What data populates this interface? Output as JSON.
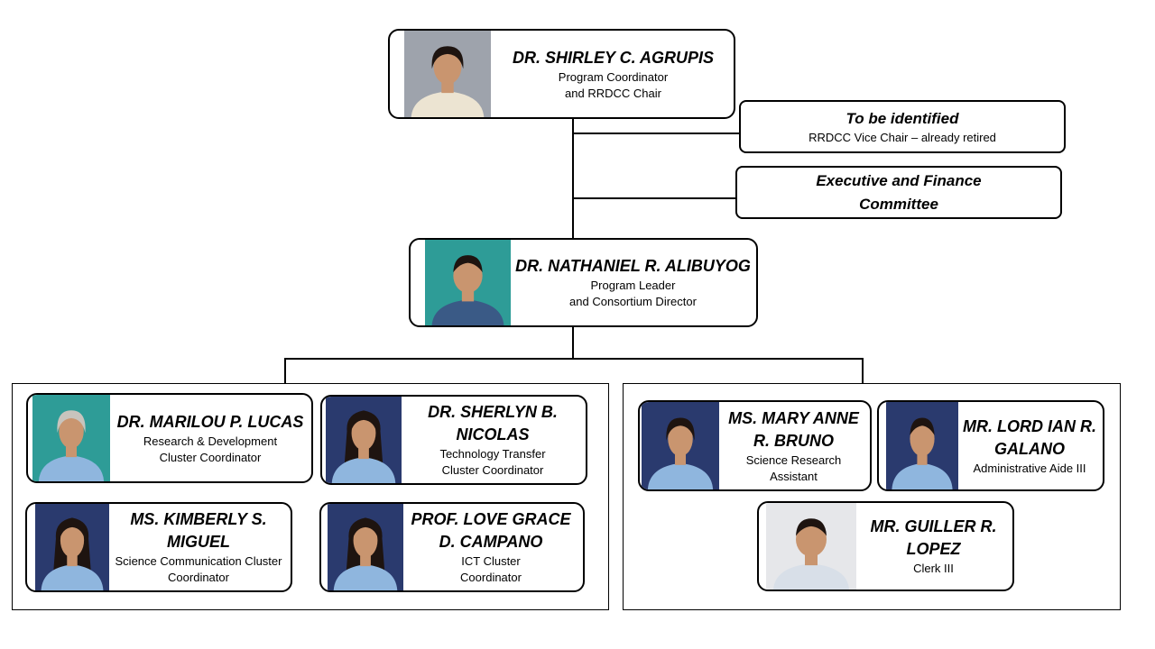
{
  "top": {
    "name": "DR. SHIRLEY C. AGRUPIS",
    "role_lines": [
      "Program Coordinator",
      "and RRDCC Chair"
    ]
  },
  "vice_chair": {
    "name": "To be identified",
    "role": "RRDCC Vice Chair – already retired"
  },
  "committee": {
    "name_lines": [
      "Executive and Finance",
      "Committee"
    ]
  },
  "leader": {
    "name": "DR. NATHANIEL R. ALIBUYOG",
    "role_lines": [
      "Program Leader",
      "and Consortium Director"
    ]
  },
  "left_group": [
    {
      "name_lines": [
        "DR. MARILOU P. LUCAS"
      ],
      "role_lines": [
        "Research & Development",
        "Cluster Coordinator"
      ]
    },
    {
      "name_lines": [
        "DR. SHERLYN B.",
        "NICOLAS"
      ],
      "role_lines": [
        "Technology Transfer",
        "Cluster Coordinator"
      ]
    },
    {
      "name_lines": [
        "MS. KIMBERLY S.",
        "MIGUEL"
      ],
      "role_lines": [
        "Science Communication Cluster",
        "Coordinator"
      ]
    },
    {
      "name_lines": [
        "PROF. LOVE GRACE",
        "D. CAMPANO"
      ],
      "role_lines": [
        "ICT Cluster",
        "Coordinator"
      ]
    }
  ],
  "right_group": [
    {
      "name_lines": [
        "MS. MARY ANNE",
        "R. BRUNO"
      ],
      "role_lines": [
        "Science Research",
        "Assistant"
      ]
    },
    {
      "name_lines": [
        "MR. LORD IAN R.",
        "GALANO"
      ],
      "role_lines": [
        "Administrative Aide III"
      ]
    },
    {
      "name_lines": [
        "MR. GUILLER R.",
        "LOPEZ"
      ],
      "role_lines": [
        "Clerk III"
      ]
    }
  ],
  "colors": {
    "bg_gray": "#9ea3ac",
    "bg_teal": "#2e9c97",
    "bg_navy": "#2a3a6e",
    "bg_light": "#e6e7ea",
    "skin": "#c9956f",
    "hair_dark": "#1e1410",
    "hair_gray": "#c8c4bd",
    "uniform_blue": "#8fb6de",
    "barong_cream": "#ece4d2",
    "barong_blue": "#3a5a86",
    "shirt_print": "#d8dfe8"
  }
}
